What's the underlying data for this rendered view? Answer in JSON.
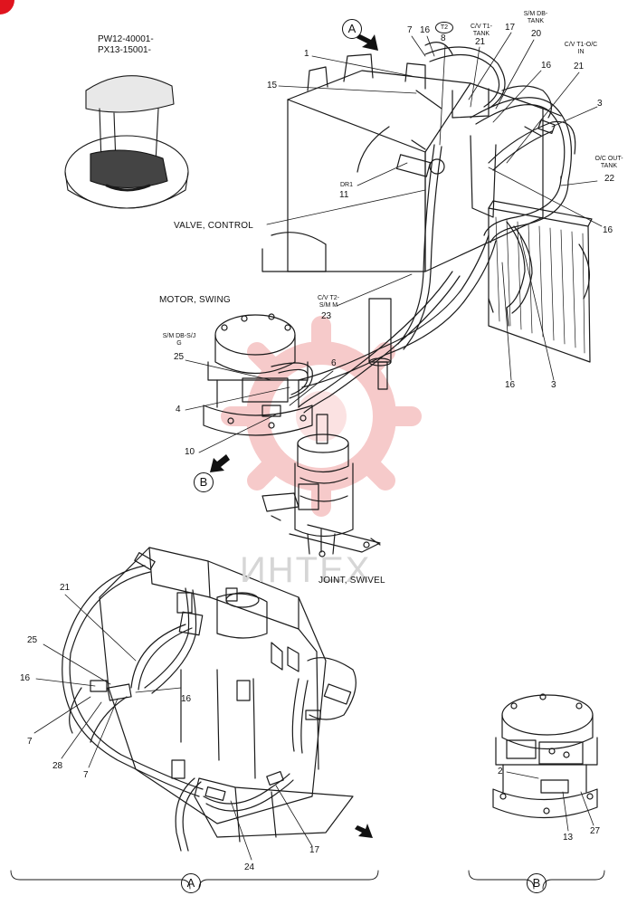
{
  "models": [
    "PW12-40001-",
    "PX13-15001-"
  ],
  "components": {
    "valve_control": "VALVE, CONTROL",
    "motor_swing": "MOTOR, SWING",
    "joint_swivel": "JOINT, SWIVEL"
  },
  "view_markers": {
    "a": "A",
    "b": "B",
    "t2": "T2"
  },
  "watermark": "ИНТЕХ",
  "hose_labels": {
    "cv_t1_tank": "C/V T1-TANK",
    "sm_db_tank": "S/M DB-TANK",
    "cv_t1_oc_in": "C/V T1-O/C IN",
    "oc_out_tank": "O/C OUT-TANK",
    "dr1": "DR1",
    "cv_t2_sm_m": "C/V T2-S/M M",
    "sm_db_sj_g": "S/M DB-S/J G"
  },
  "callouts": {
    "n1": "1",
    "n2": "2",
    "n3": "3",
    "n4": "4",
    "n6": "6",
    "n7": "7",
    "n8": "8",
    "n10": "10",
    "n11": "11",
    "n13": "13",
    "n15": "15",
    "n16": "16",
    "n17": "17",
    "n20": "20",
    "n21": "21",
    "n22": "22",
    "n23": "23",
    "n24": "24",
    "n25": "25",
    "n27": "27",
    "n28": "28"
  },
  "colors": {
    "line": "#1a1a1a",
    "watermark": "#f3b9b9",
    "background": "#ffffff"
  }
}
